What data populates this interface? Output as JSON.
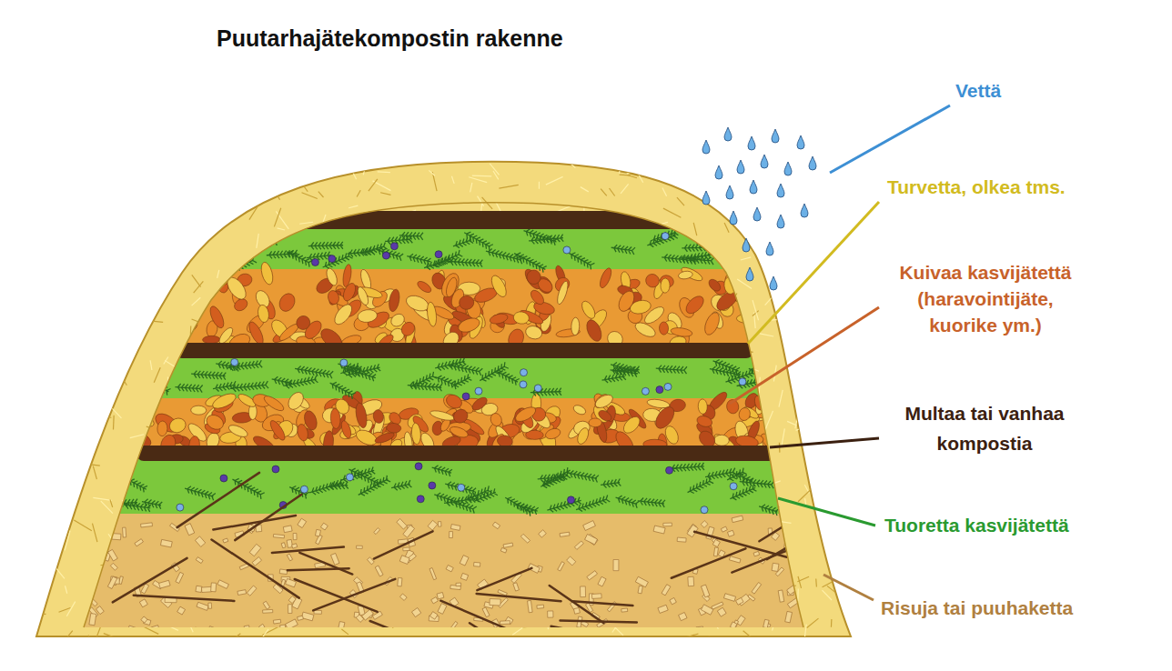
{
  "diagram": {
    "title": "Puutarhajätekompostin rakenne",
    "labels": [
      "Vettä",
      "Turvetta, olkea tms.",
      "Kuivaa kasvijätettä (haravointijäte, kuorike ym.)",
      "Multaa tai vanhaa kompostia",
      "Tuoretta kasvijätettä",
      "Risuja tai puuhaketta"
    ]
  }
}
